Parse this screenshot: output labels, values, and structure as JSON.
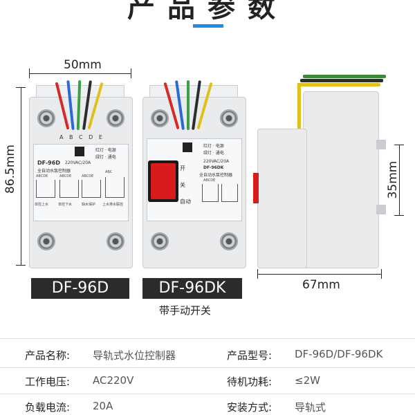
{
  "header": {
    "title": "产品参数"
  },
  "dimensions": {
    "width_label": "50mm",
    "height_label": "86.5mm",
    "depth_label": "67mm",
    "rail_label": "35mm"
  },
  "device_left": {
    "terminals_top": "A B C D E",
    "model_small": "DF-96D",
    "rating": "220VAC/20A",
    "name_small": "全自动水泵控制器",
    "led_1": "红灯 · 电源",
    "led_2": "绿灯 · 通电",
    "cols_1": "ABCDE",
    "cols_2": "ABCDE",
    "cols_3": "ABCDE",
    "cols_4": "ABC",
    "mode_1": "单控上水",
    "mode_2": "单控下水",
    "mode_3": "缺水保护",
    "mode_4": "上水排水联控",
    "tag": "DF-96D"
  },
  "device_right": {
    "model_small": "DF-96DK",
    "rating": "220VAC/20A",
    "name_small": "全自动水泵控制器",
    "led_1": "红灯 · 电源",
    "led_2": "绿灯 · 通电",
    "switch_on": "开",
    "switch_off": "关",
    "switch_auto": "自动",
    "cols": "ABCDE",
    "tag": "DF-96DK",
    "caption": "带手动开关"
  },
  "specs": [
    {
      "key": "产品名称:",
      "value": "导轨式水位控制器"
    },
    {
      "key": "产品型号:",
      "value": "DF-96D/DF-96DK"
    },
    {
      "key": "工作电压:",
      "value": "AC220V"
    },
    {
      "key": "待机功耗:",
      "value": "≤2W"
    },
    {
      "key": "负载电流:",
      "value": "20A"
    },
    {
      "key": "安装方式:",
      "value": "导轨式"
    }
  ],
  "colors": {
    "accent": "#1e8be6",
    "switch": "#d81b1b"
  }
}
